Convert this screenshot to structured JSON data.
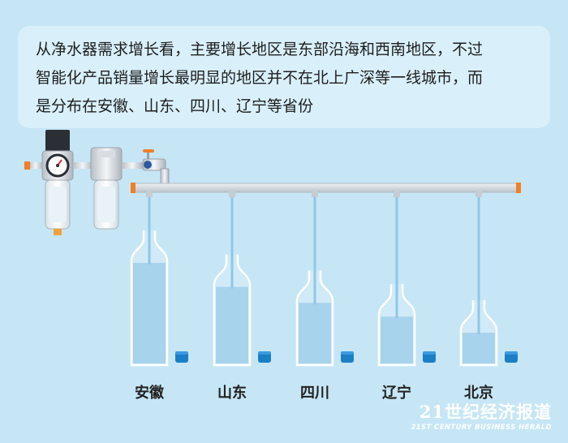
{
  "chart_data": {
    "type": "bar",
    "title": "",
    "categories": [
      "安徽",
      "山东",
      "四川",
      "辽宁",
      "北京"
    ],
    "values": [
      100,
      79,
      65,
      53,
      39
    ],
    "ylim": [
      0,
      100
    ],
    "xlabel": "",
    "ylabel": "",
    "grid": false
  },
  "text": {
    "line1": "从净水器需求增长看，主要增长地区是东部沿海和西南地区，不过",
    "line2": "智能化产品销量增长最明显的地区并不在北上广深等一线城市，而",
    "line3": "是分布在安徽、山东、四川、辽宁等省份"
  },
  "brand": {
    "cn": "21世纪经济报道",
    "en": "21ST CENTURY BUSINESS HERALD"
  },
  "colors": {
    "background": "#c6e6f6",
    "water": "#8fc7e8",
    "cap": "#1b7fc4",
    "pipe": "#d9dde2",
    "accent": "#f07f2a"
  }
}
